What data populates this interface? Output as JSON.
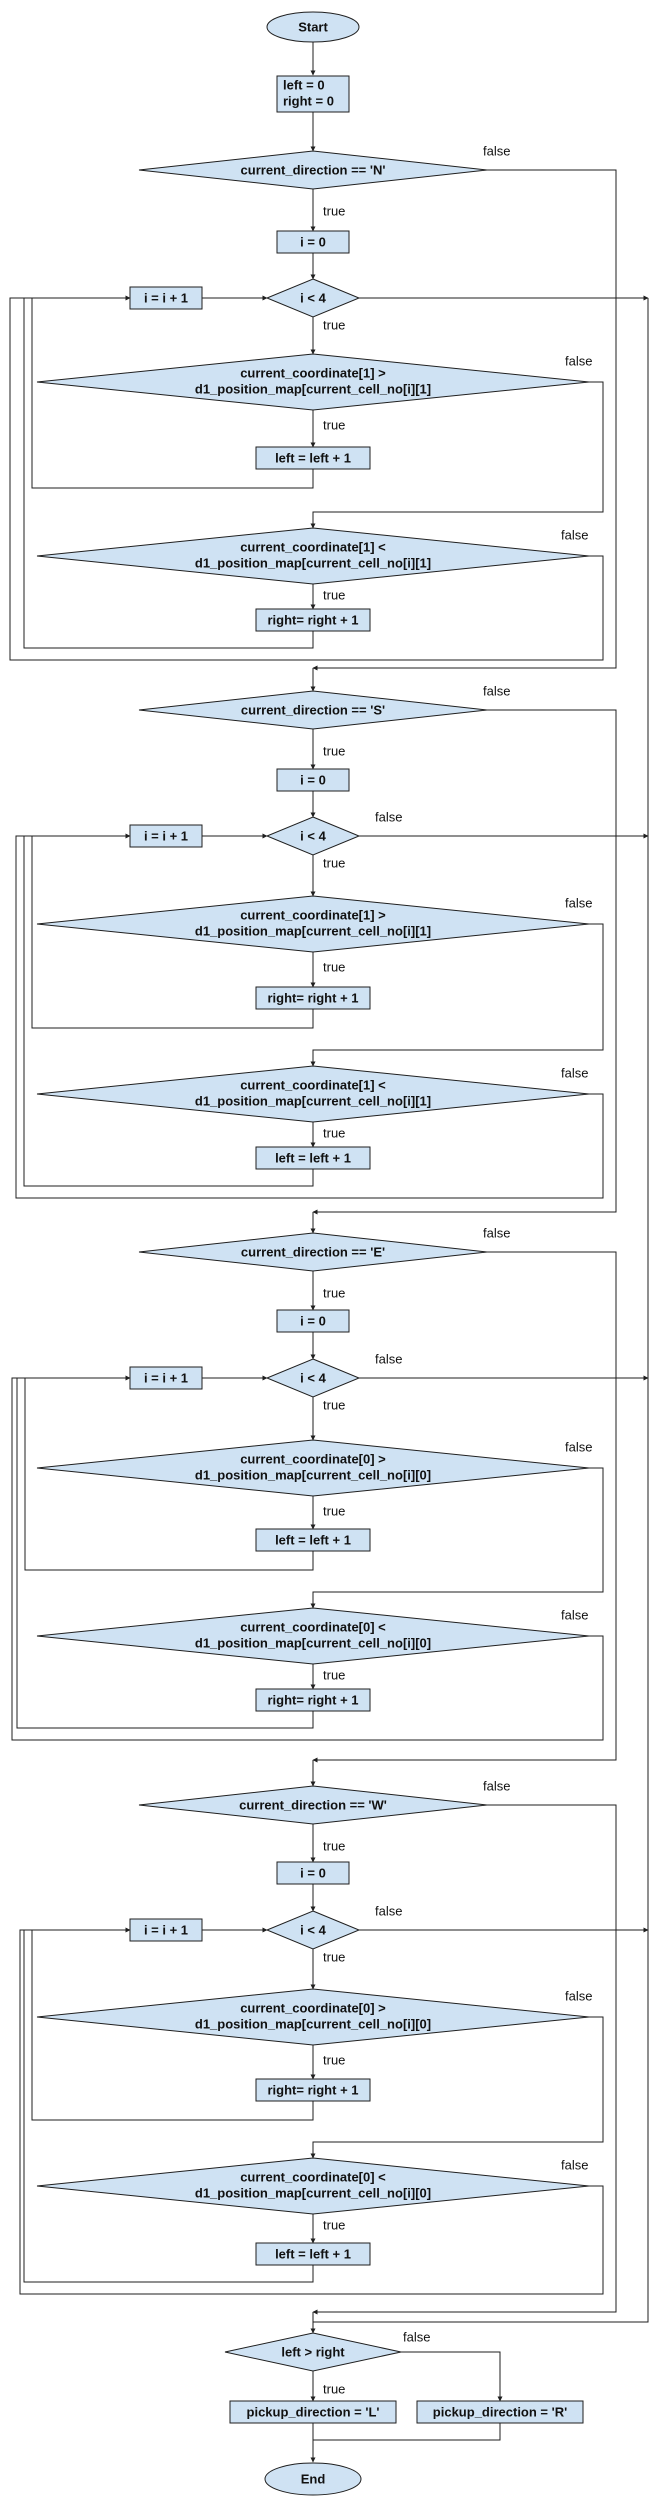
{
  "start": "Start",
  "end": "End",
  "init": {
    "line1": "left = 0",
    "line2": "right = 0"
  },
  "labels": {
    "true": "true",
    "false": "false"
  },
  "blocks": [
    {
      "direction_check": "current_direction == 'N'",
      "loop_init": "i = 0",
      "loop_cond": "i < 4",
      "loop_inc": "i = i + 1",
      "cond1": [
        "current_coordinate[1] >",
        "d1_position_map[current_cell_no[i][1]"
      ],
      "action1": "left = left + 1",
      "cond2": [
        "current_coordinate[1] <",
        "d1_position_map[current_cell_no[i][1]"
      ],
      "action2": "right= right + 1"
    },
    {
      "direction_check": "current_direction == 'S'",
      "loop_init": "i = 0",
      "loop_cond": "i < 4",
      "loop_inc": "i = i + 1",
      "cond1": [
        "current_coordinate[1] >",
        "d1_position_map[current_cell_no[i][1]"
      ],
      "action1": "right= right + 1",
      "cond2": [
        "current_coordinate[1] <",
        "d1_position_map[current_cell_no[i][1]"
      ],
      "action2": "left = left + 1"
    },
    {
      "direction_check": "current_direction == 'E'",
      "loop_init": "i = 0",
      "loop_cond": "i < 4",
      "loop_inc": "i = i + 1",
      "cond1": [
        "current_coordinate[0] >",
        "d1_position_map[current_cell_no[i][0]"
      ],
      "action1": "left = left + 1",
      "cond2": [
        "current_coordinate[0] <",
        "d1_position_map[current_cell_no[i][0]"
      ],
      "action2": "right= right + 1"
    },
    {
      "direction_check": "current_direction == 'W'",
      "loop_init": "i = 0",
      "loop_cond": "i < 4",
      "loop_inc": "i = i + 1",
      "cond1": [
        "current_coordinate[0] >",
        "d1_position_map[current_cell_no[i][0]"
      ],
      "action1": "right= right + 1",
      "cond2": [
        "current_coordinate[0] <",
        "d1_position_map[current_cell_no[i][0]"
      ],
      "action2": "left = left + 1"
    }
  ],
  "final": {
    "condition": "left > right",
    "true_action": "pickup_direction = 'L'",
    "false_action": "pickup_direction = 'R'"
  }
}
